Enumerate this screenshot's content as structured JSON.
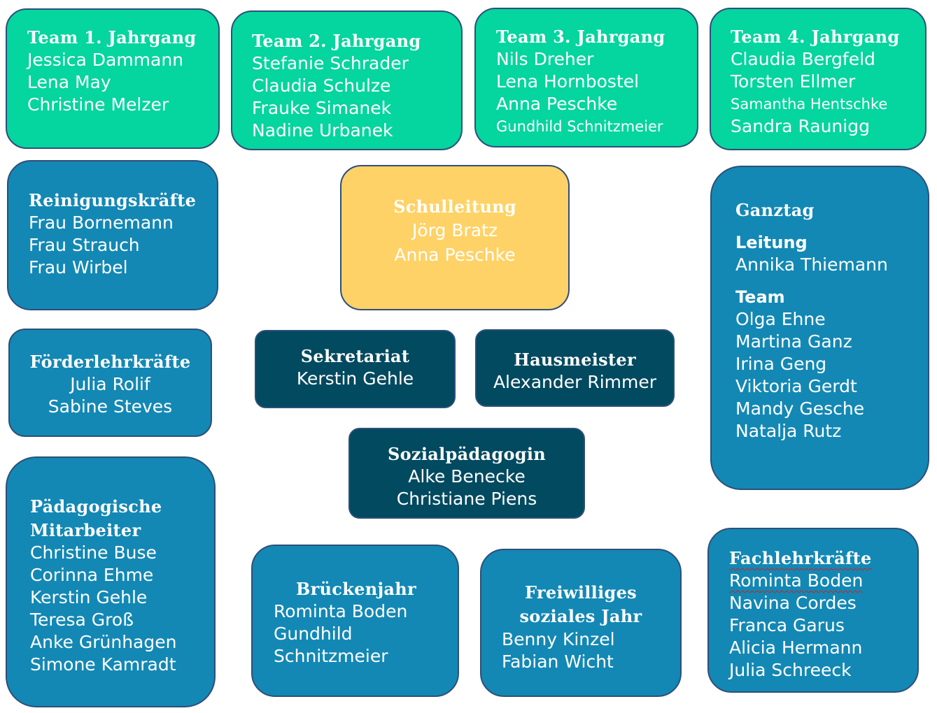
{
  "jahrgang1": {
    "title": "Team 1. Jahrgang",
    "members": [
      "Jessica Dammann",
      "Lena May",
      "Christine Melzer"
    ]
  },
  "jahrgang2": {
    "title": "Team 2. Jahrgang",
    "members": [
      "Stefanie Schrader",
      "Claudia Schulze",
      "Frauke Simanek",
      "Nadine Urbanek"
    ]
  },
  "jahrgang3": {
    "title": "Team 3. Jahrgang",
    "members": [
      "Nils Dreher",
      "Lena Hornbostel",
      "Anna Peschke",
      "Gundhild Schnitzmeier"
    ]
  },
  "jahrgang4": {
    "title": "Team 4. Jahrgang",
    "members": [
      "Claudia Bergfeld",
      "Torsten Ellmer",
      "Samantha Hentschke",
      "Sandra Raunigg"
    ]
  },
  "reinigung": {
    "title": "Reinigungskräfte",
    "members": [
      "Frau Bornemann",
      "Frau Strauch",
      "Frau Wirbel"
    ]
  },
  "schulleitung": {
    "title": "Schulleitung",
    "members": [
      "Jörg Bratz",
      "Anna Peschke"
    ]
  },
  "ganztag": {
    "title": "Ganztag",
    "leitung_label": "Leitung",
    "leitung": [
      "Annika Thiemann"
    ],
    "team_label": "Team",
    "team": [
      "Olga Ehne",
      "Martina Ganz",
      "Irina Geng",
      "Viktoria Gerdt",
      "Mandy Gesche",
      "Natalja Rutz"
    ]
  },
  "foerder": {
    "title": "Förderlehrkräfte",
    "members": [
      "Julia Rolif",
      "Sabine Steves"
    ]
  },
  "sekretariat": {
    "title": "Sekretariat",
    "members": [
      "Kerstin Gehle"
    ]
  },
  "hausmeister": {
    "title": "Hausmeister",
    "members": [
      "Alexander Rimmer"
    ]
  },
  "sozial": {
    "title": "Sozialpädagogin",
    "members": [
      "Alke Benecke",
      "Christiane Piens"
    ]
  },
  "paedagogisch": {
    "title_lines": [
      "Pädagogische",
      "Mitarbeiter"
    ],
    "members": [
      "Christine Buse",
      "Corinna Ehme",
      "Kerstin Gehle",
      "Teresa Groß",
      "Anke Grünhagen",
      "Simone Kamradt"
    ]
  },
  "bruecken": {
    "title": "Brückenjahr",
    "members": [
      "Rominta Boden",
      "Gundhild",
      "Schnitzmeier"
    ]
  },
  "fsj": {
    "title_lines": [
      "Freiwilliges",
      "soziales Jahr"
    ],
    "members": [
      "Benny Kinzel",
      "Fabian Wicht"
    ]
  },
  "fach": {
    "title": "Fachlehrkräfte",
    "members": [
      "Rominta Boden",
      "Navina Cordes",
      "Franca Garus",
      "Alicia Hermann",
      "Julia Schreeck"
    ]
  },
  "colors": {
    "green": "#05d59e",
    "blue": "#1388b4",
    "dark": "#014a60",
    "gold": "#fed266",
    "border": "#2e4f7a"
  }
}
